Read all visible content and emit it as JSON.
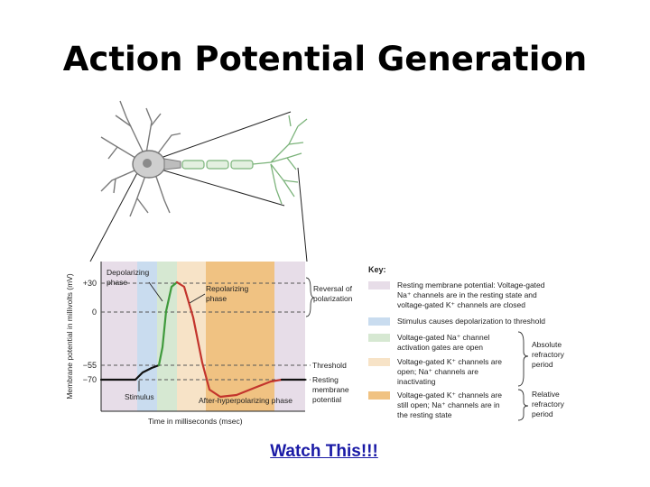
{
  "slide": {
    "title": "Action Potential Generation",
    "link_label": "Watch This!!!"
  },
  "graph": {
    "y_axis_label": "Membrane potential in millivolts (mV)",
    "x_axis_label": "Time in milliseconds (msec)",
    "y_ticks": [
      "+30",
      "0",
      "−55",
      "−70"
    ],
    "phase_labels": {
      "depolarizing_1": "Depolarizing",
      "depolarizing_2": "phase",
      "repolarizing_1": "Repolarizing",
      "repolarizing_2": "phase",
      "stimulus": "Stimulus",
      "after_hyper": "After-hyperpolarizing phase"
    },
    "side_labels": {
      "reversal_1": "Reversal of",
      "reversal_2": "polarization",
      "threshold": "Threshold",
      "resting_1": "Resting",
      "resting_2": "membrane",
      "resting_3": "potential"
    }
  },
  "key": {
    "title": "Key:",
    "items": [
      {
        "lines": [
          "Resting membrane potential: Voltage-gated",
          "Na⁺ channels are in the resting state and",
          "voltage-gated K⁺ channels are closed"
        ],
        "color": "#e7dde8"
      },
      {
        "lines": [
          "Stimulus causes depolarization to threshold"
        ],
        "color": "#c9dcef"
      },
      {
        "lines": [
          "Voltage-gated Na⁺ channel",
          "activation gates are open"
        ],
        "color": "#d6e8d2"
      },
      {
        "lines": [
          "Voltage-gated K⁺ channels are",
          "open; Na⁺ channels are",
          "inactivating"
        ],
        "color": "#f7e3c7"
      },
      {
        "lines": [
          "Voltage-gated K⁺ channels are",
          "still open; Na⁺ channels are in",
          "the resting state"
        ],
        "color": "#f0c282"
      }
    ],
    "brackets": {
      "absolute_1": "Absolute",
      "absolute_2": "refractory",
      "absolute_3": "period",
      "relative_1": "Relative",
      "relative_2": "refractory",
      "relative_3": "period"
    }
  },
  "colors": {
    "resting_band": "#e7dde8",
    "stimulus_band": "#c9dcef",
    "na_band": "#d6e8d2",
    "k_open_band": "#f7e3c7",
    "k_still_band": "#f0c282",
    "trace_black": "#111111",
    "trace_green": "#3f9a3c",
    "trace_red": "#c3342c",
    "neuron_body": "#9a9a9a",
    "axon_green": "#7bb37a",
    "link": "#1a1aa6"
  }
}
